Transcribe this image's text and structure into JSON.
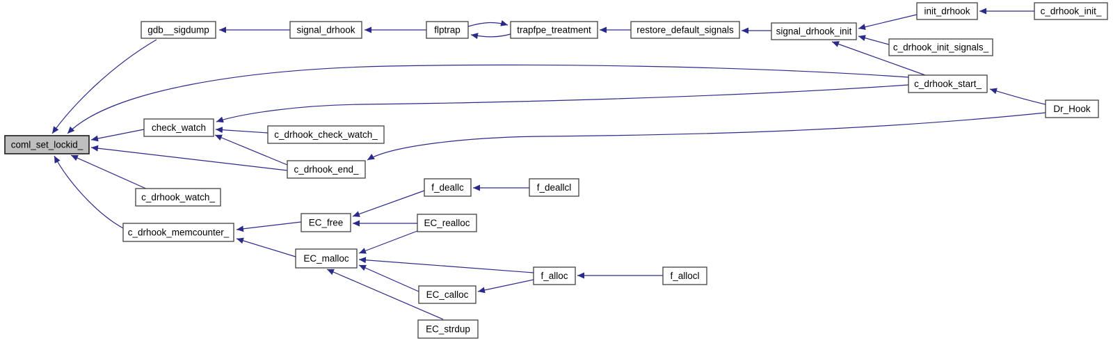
{
  "diagram": {
    "type": "call-graph",
    "description": "Caller graph for coml_set_lockid_",
    "highlighted_node": "coml_set_lockid_",
    "colors": {
      "background": "#ffffff",
      "edge": "#2a2a8a",
      "node_fill": "#ffffff",
      "node_border": "#404040",
      "highlight_fill": "#bfbfbf",
      "text": "#000000"
    }
  },
  "nodes": [
    {
      "label": "coml_set_lockid_"
    },
    {
      "label": "gdb__sigdump"
    },
    {
      "label": "signal_drhook"
    },
    {
      "label": "flptrap"
    },
    {
      "label": "trapfpe_treatment"
    },
    {
      "label": "restore_default_signals"
    },
    {
      "label": "signal_drhook_init"
    },
    {
      "label": "init_drhook"
    },
    {
      "label": "c_drhook_init_"
    },
    {
      "label": "c_drhook_init_signals_"
    },
    {
      "label": "c_drhook_start_"
    },
    {
      "label": "Dr_Hook"
    },
    {
      "label": "check_watch"
    },
    {
      "label": "c_drhook_check_watch_"
    },
    {
      "label": "c_drhook_end_"
    },
    {
      "label": "c_drhook_watch_"
    },
    {
      "label": "c_drhook_memcounter_"
    },
    {
      "label": "f_deallc"
    },
    {
      "label": "f_deallcl"
    },
    {
      "label": "EC_free"
    },
    {
      "label": "EC_realloc"
    },
    {
      "label": "EC_malloc"
    },
    {
      "label": "f_alloc"
    },
    {
      "label": "f_allocl"
    },
    {
      "label": "EC_calloc"
    },
    {
      "label": "EC_strdup"
    }
  ],
  "edges": [
    {
      "from": "signal_drhook",
      "to": "gdb__sigdump"
    },
    {
      "from": "gdb__sigdump",
      "to": "coml_set_lockid_"
    },
    {
      "from": "flptrap",
      "to": "signal_drhook"
    },
    {
      "from": "flptrap",
      "to": "trapfpe_treatment"
    },
    {
      "from": "trapfpe_treatment",
      "to": "flptrap"
    },
    {
      "from": "restore_default_signals",
      "to": "trapfpe_treatment"
    },
    {
      "from": "signal_drhook_init",
      "to": "restore_default_signals"
    },
    {
      "from": "init_drhook",
      "to": "signal_drhook_init"
    },
    {
      "from": "c_drhook_init_",
      "to": "init_drhook"
    },
    {
      "from": "c_drhook_init_signals_",
      "to": "signal_drhook_init"
    },
    {
      "from": "c_drhook_start_",
      "to": "signal_drhook_init"
    },
    {
      "from": "Dr_Hook",
      "to": "c_drhook_start_"
    },
    {
      "from": "c_drhook_start_",
      "to": "coml_set_lockid_"
    },
    {
      "from": "c_drhook_start_",
      "to": "check_watch"
    },
    {
      "from": "Dr_Hook",
      "to": "c_drhook_end_"
    },
    {
      "from": "c_drhook_check_watch_",
      "to": "check_watch"
    },
    {
      "from": "c_drhook_end_",
      "to": "check_watch"
    },
    {
      "from": "check_watch",
      "to": "coml_set_lockid_"
    },
    {
      "from": "c_drhook_end_",
      "to": "coml_set_lockid_"
    },
    {
      "from": "c_drhook_watch_",
      "to": "coml_set_lockid_"
    },
    {
      "from": "c_drhook_memcounter_",
      "to": "coml_set_lockid_"
    },
    {
      "from": "EC_free",
      "to": "c_drhook_memcounter_"
    },
    {
      "from": "EC_malloc",
      "to": "c_drhook_memcounter_"
    },
    {
      "from": "f_deallc",
      "to": "EC_free"
    },
    {
      "from": "f_deallcl",
      "to": "f_deallc"
    },
    {
      "from": "EC_realloc",
      "to": "EC_free"
    },
    {
      "from": "EC_realloc",
      "to": "EC_malloc"
    },
    {
      "from": "f_alloc",
      "to": "EC_malloc"
    },
    {
      "from": "f_alloc",
      "to": "EC_calloc"
    },
    {
      "from": "EC_calloc",
      "to": "EC_malloc"
    },
    {
      "from": "EC_strdup",
      "to": "EC_malloc"
    },
    {
      "from": "f_allocl",
      "to": "f_alloc"
    }
  ]
}
